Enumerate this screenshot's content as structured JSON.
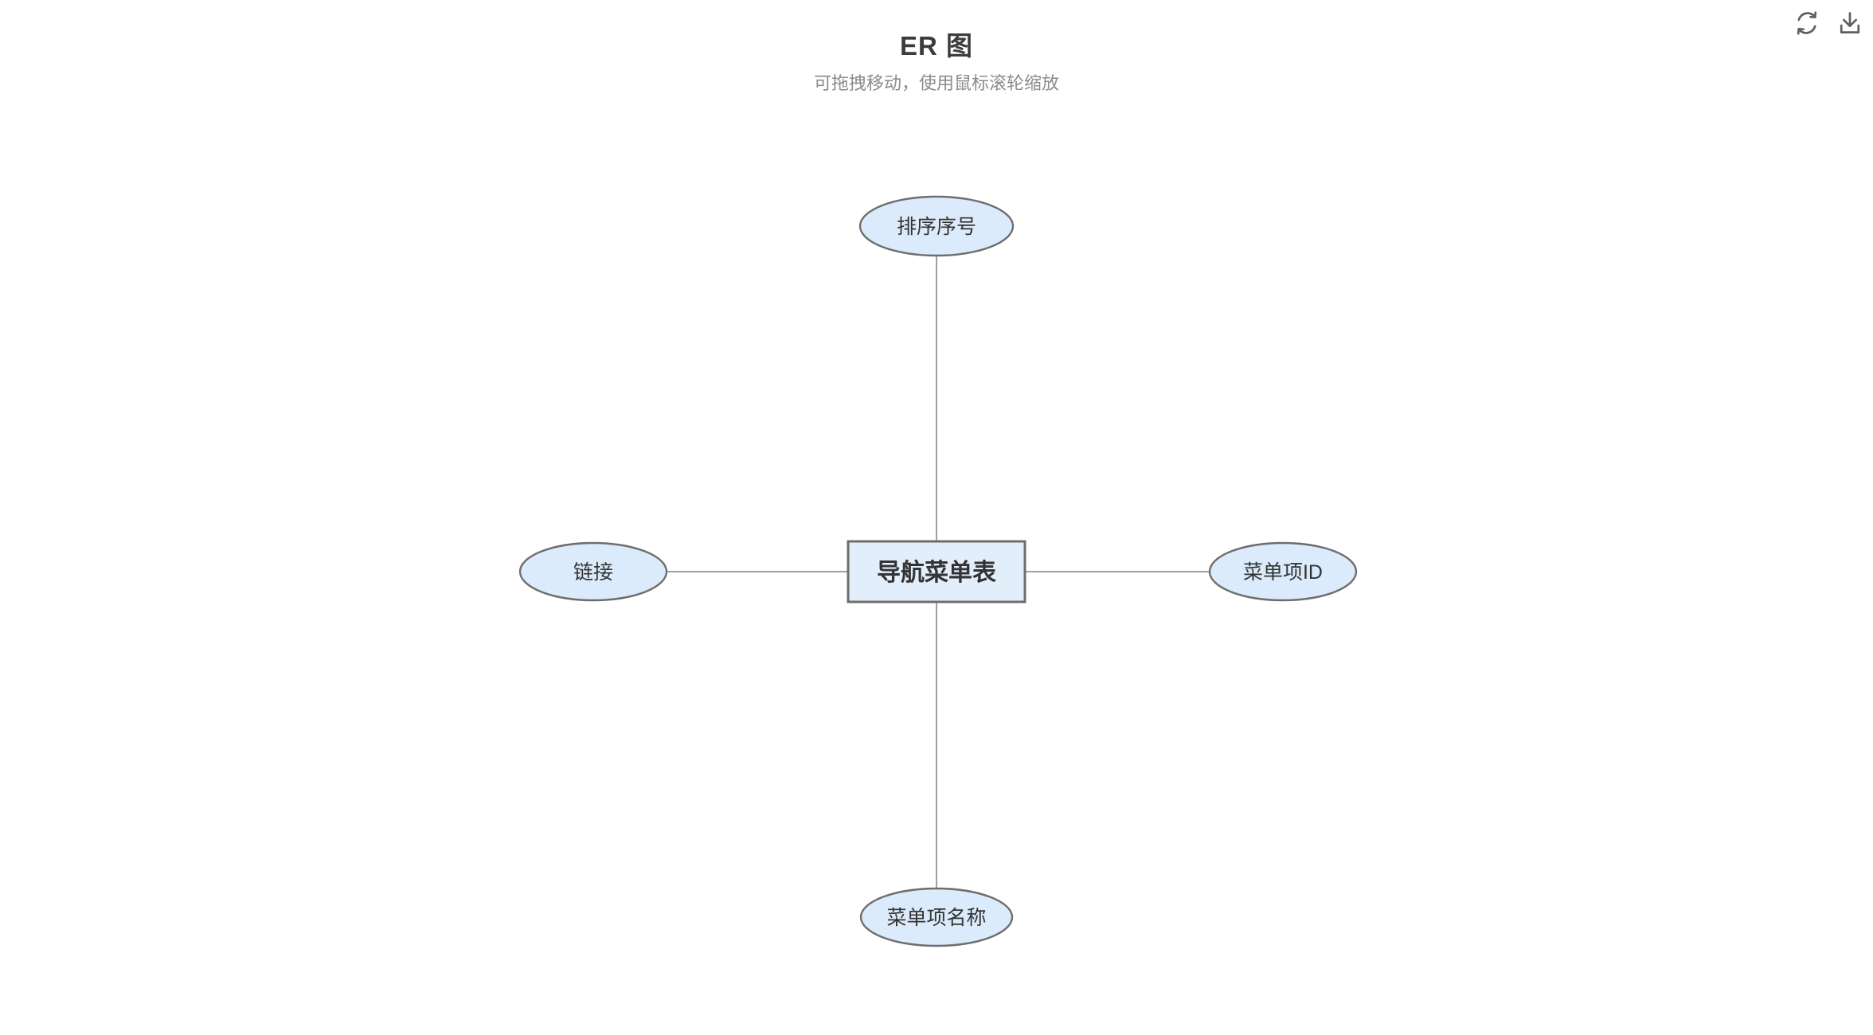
{
  "header": {
    "title": "ER 图",
    "subtitle": "可拖拽移动，使用鼠标滚轮缩放"
  },
  "toolbar": {
    "icons": [
      {
        "name": "refresh-icon"
      },
      {
        "name": "download-icon"
      }
    ]
  },
  "diagram": {
    "type": "er-diagram",
    "entity": {
      "label": "导航菜单表"
    },
    "attributes": [
      {
        "position": "top",
        "label": "排序序号"
      },
      {
        "position": "right",
        "label": "菜单项ID"
      },
      {
        "position": "bottom",
        "label": "菜单项名称"
      },
      {
        "position": "left",
        "label": "链接"
      }
    ],
    "colors": {
      "attribute_fill": "#dcebfb",
      "entity_fill": "#e3eefb",
      "node_border": "#6e6e6e",
      "edge": "#9f9f9f",
      "label": "#333333",
      "title": "#3c3c3c",
      "subtitle": "#8b8b8b",
      "icon": "#5f5f5f"
    }
  }
}
